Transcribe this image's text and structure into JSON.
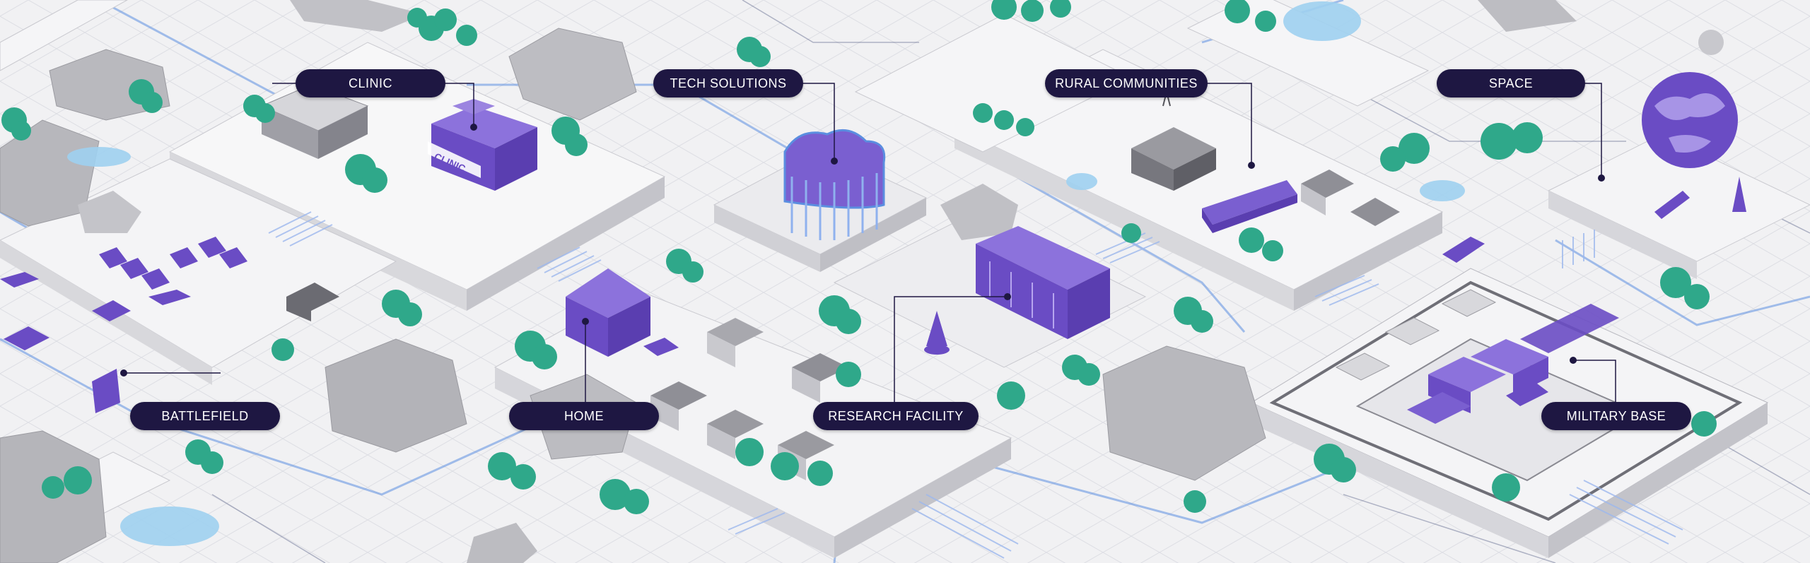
{
  "colors": {
    "background": "#f1f1f3",
    "grid": "#dcdde3",
    "circuit": "#5b8ee0",
    "label_bg": "#1e1742",
    "label_text": "#ffffff",
    "accent_purple": "#6a4cc4",
    "tree_green": "#2fa88a",
    "water": "#9fd0f0"
  },
  "labels": {
    "clinic": "CLINIC",
    "tech_solutions": "TECH SOLUTIONS",
    "rural_communities": "RURAL COMMUNITIES",
    "space": "SPACE",
    "battlefield": "BATTLEFIELD",
    "home": "HOME",
    "research_facility": "RESEARCH FACILITY",
    "military_base": "MILITARY BASE"
  },
  "sign_text": {
    "clinic_sign": "CLINIC"
  }
}
